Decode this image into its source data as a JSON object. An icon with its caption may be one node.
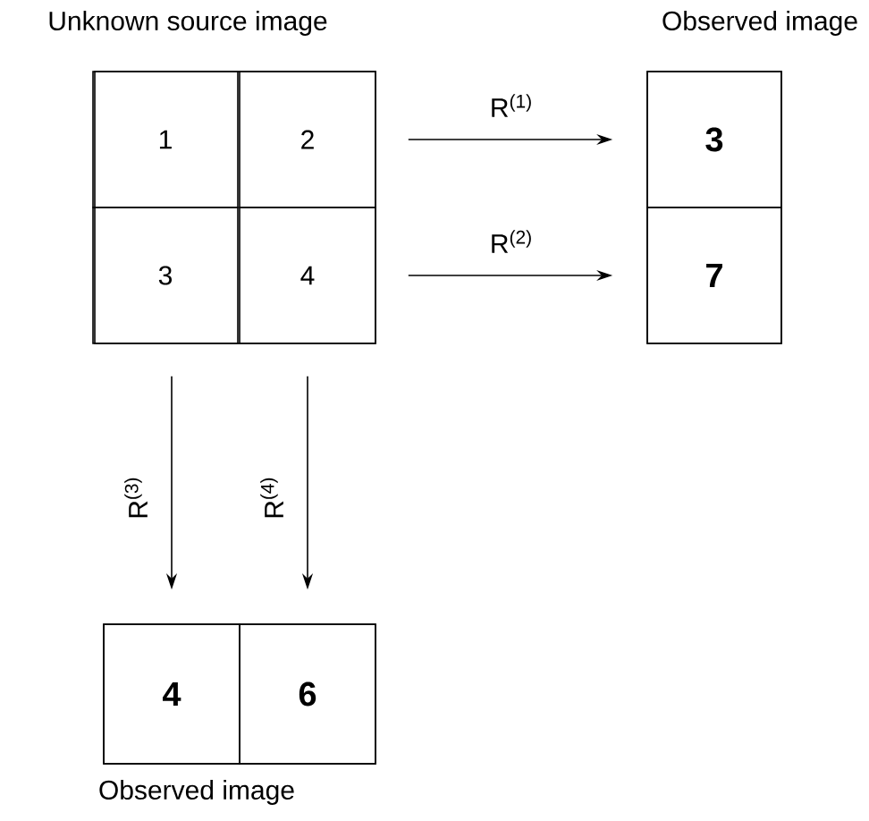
{
  "diagram": {
    "nodes": [
      {
        "text": [
          "Unknown source image"
        ]
      },
      {
        "text": [
          "1"
        ],
        "in": 0
      },
      {
        "text": [
          "2"
        ],
        "in": 0
      },
      {
        "text": [
          "3"
        ],
        "in": 0
      },
      {
        "text": [
          "4"
        ],
        "in": 0
      },
      {
        "text": [
          "Observed image"
        ]
      },
      {
        "text": [
          "3"
        ],
        "in": 5
      },
      {
        "text": [
          "7"
        ],
        "in": 5
      },
      {
        "text": [
          "Observed image"
        ]
      },
      {
        "text": [
          "4"
        ],
        "in": 8
      },
      {
        "text": [
          "6"
        ],
        "in": 8
      }
    ],
    "edges": [
      {
        "from": 0,
        "to": 6,
        "arrow": "to",
        "label": "R$^{(1)}$"
      },
      {
        "from": 0,
        "to": 7,
        "arrow": "to",
        "label": "R$^{(2)}$"
      },
      {
        "from": 0,
        "to": 9,
        "arrow": "to",
        "label": "R$^{(3)}$"
      },
      {
        "from": 0,
        "to": 10,
        "arrow": "to",
        "label": "R$^{(4)}$"
      }
    ]
  }
}
